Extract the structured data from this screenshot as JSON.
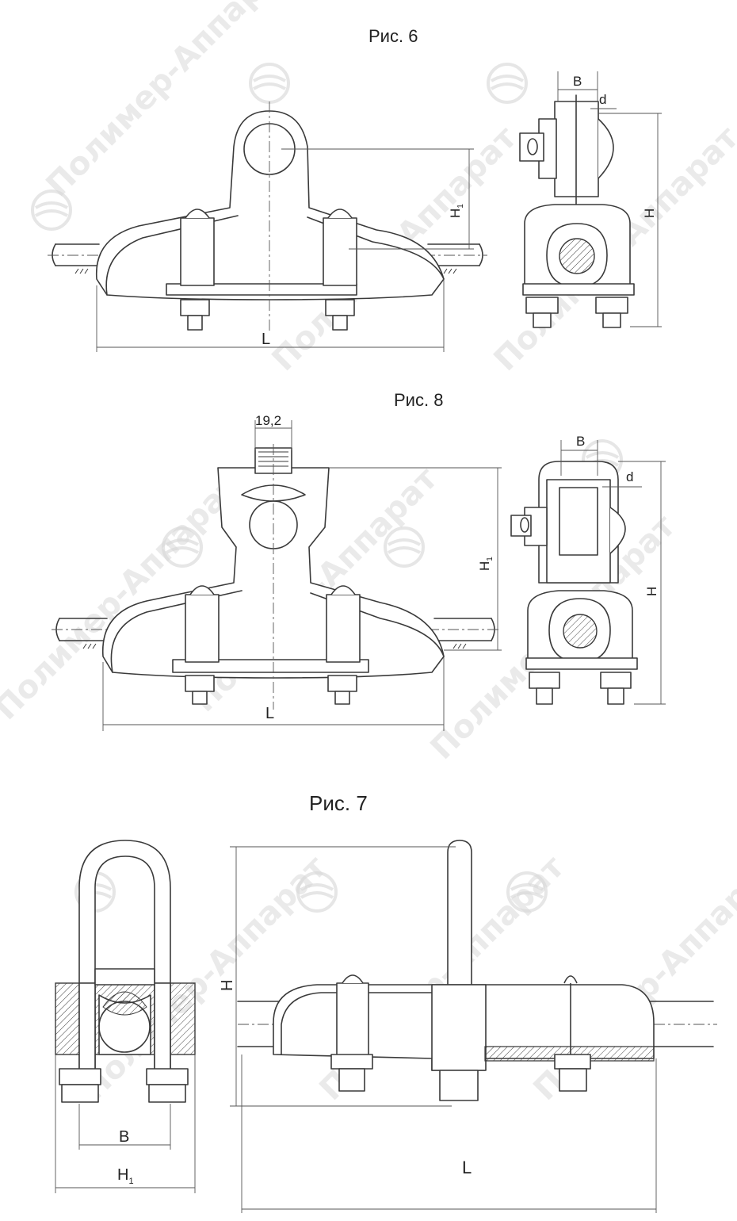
{
  "figures": {
    "fig6": {
      "caption": "Рис. 6",
      "labels": {
        "h1": "H",
        "h1_sub": "1",
        "l": "L",
        "b": "B",
        "d": "d",
        "h": "H"
      }
    },
    "fig8": {
      "caption": "Рис. 8",
      "labels": {
        "dim": "19,2",
        "h1": "H",
        "h1_sub": "1",
        "l": "L",
        "b": "B",
        "d": "d",
        "h": "H"
      }
    },
    "fig7": {
      "caption": "Рис. 7",
      "labels": {
        "h": "H",
        "b": "B",
        "h1": "H",
        "h1_sub": "1",
        "l": "L"
      }
    }
  },
  "watermark": {
    "text": "Полимер-Аппарат"
  },
  "colors": {
    "line": "#3a3a3a",
    "watermark": "#d9d9d9"
  }
}
